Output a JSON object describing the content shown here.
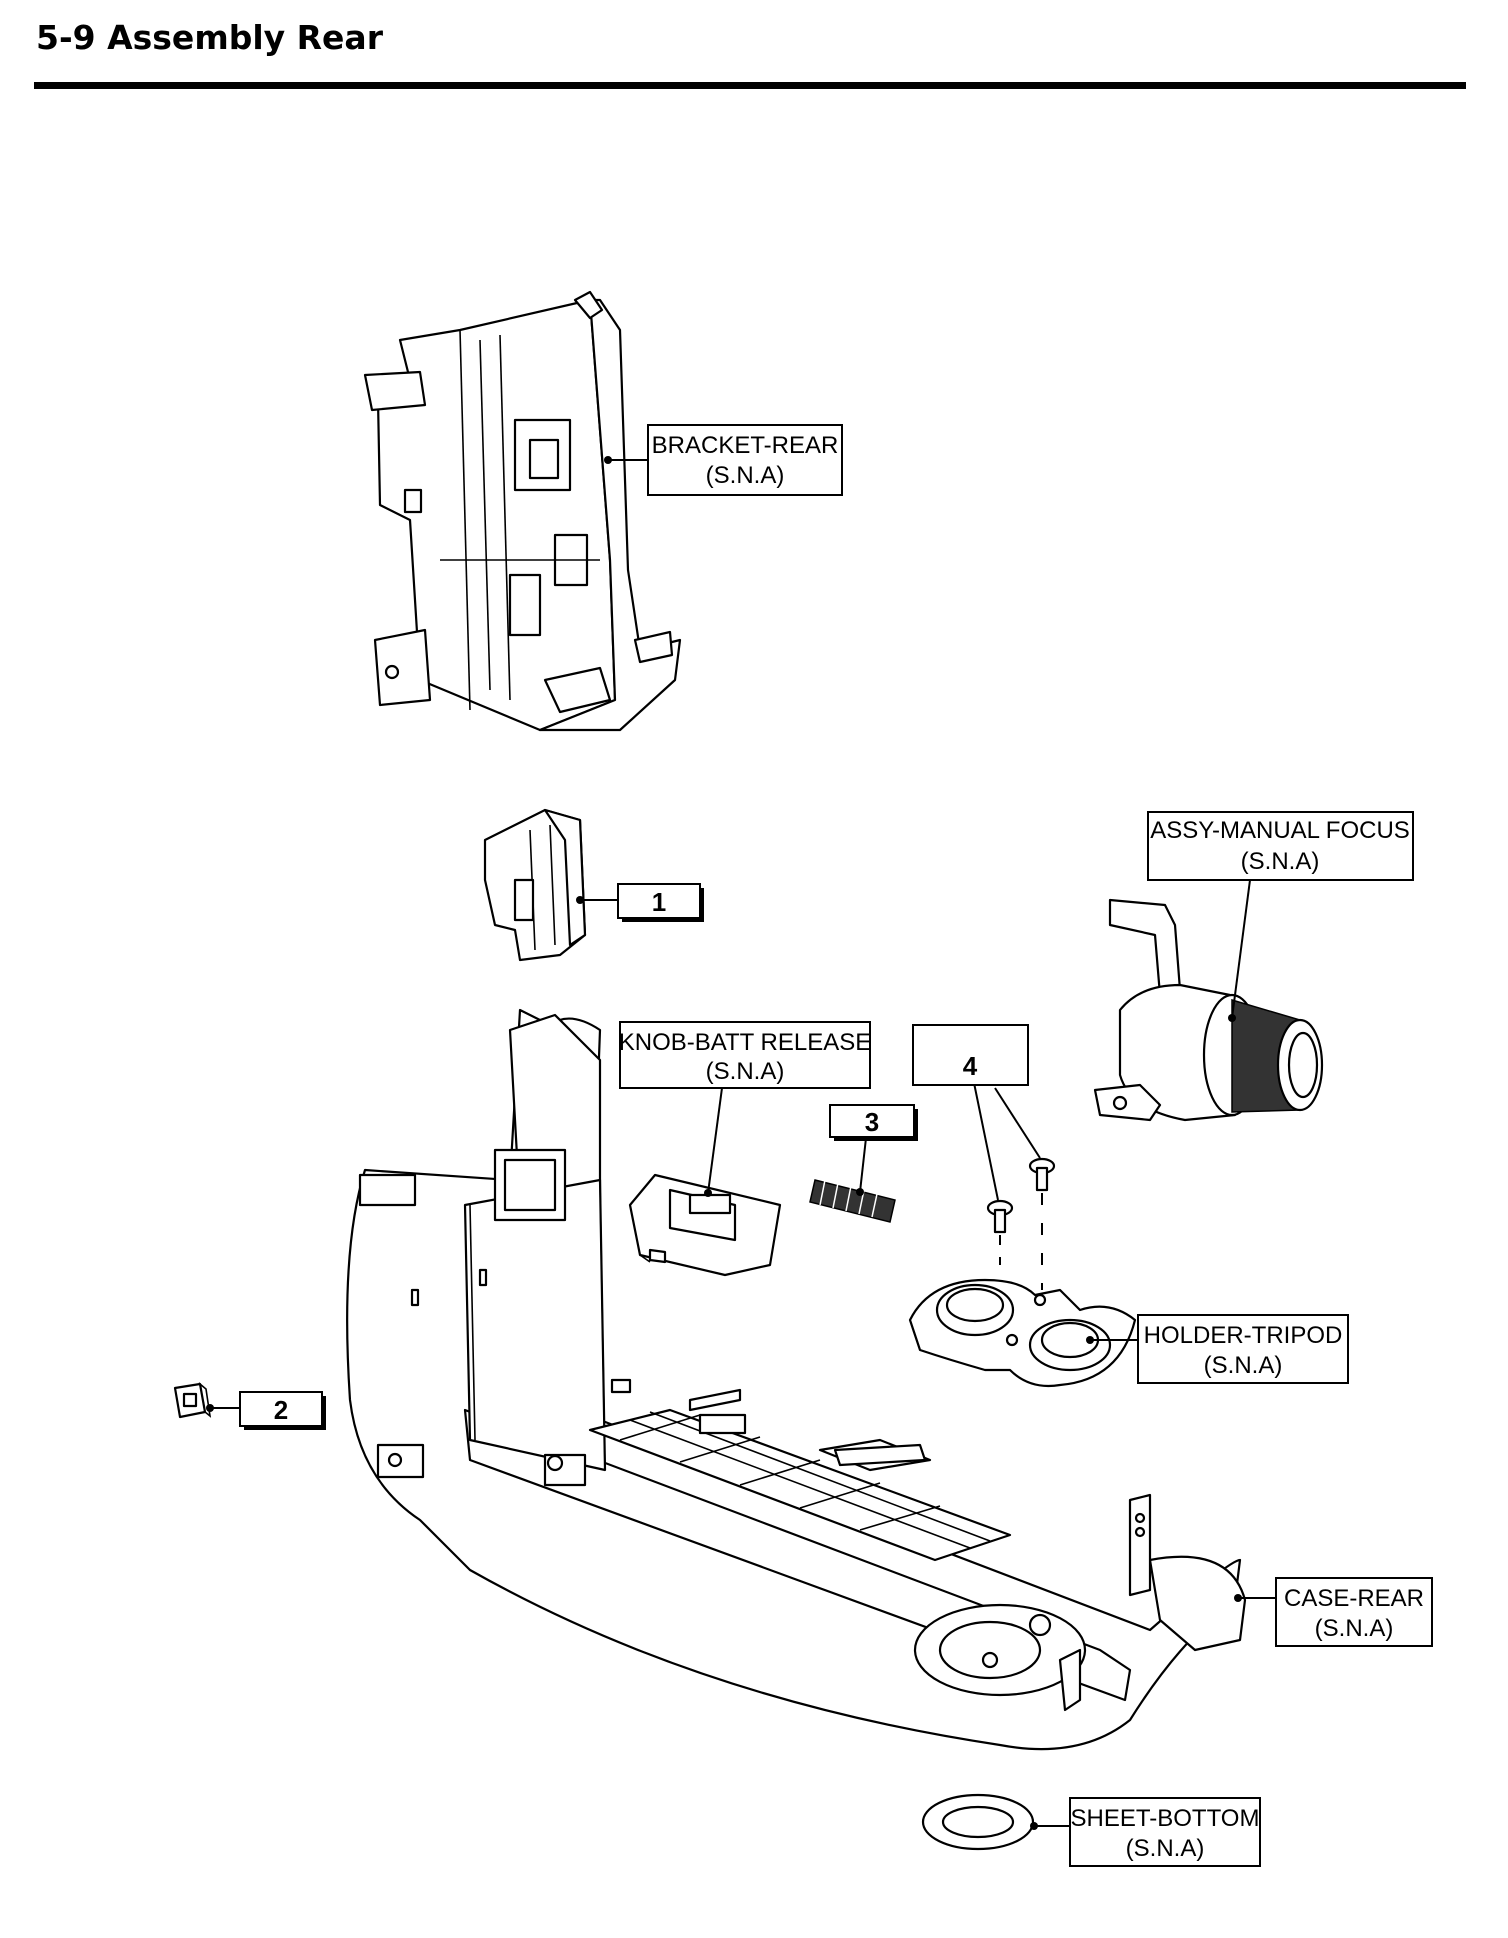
{
  "page": {
    "title": "5-9 Assembly Rear"
  },
  "labels": {
    "bracket_rear": {
      "name": "BRACKET-REAR",
      "note": "(S.N.A)"
    },
    "assy_manual_focus": {
      "name": "ASSY-MANUAL FOCUS",
      "note": "(S.N.A)"
    },
    "knob_batt_release": {
      "name": "KNOB-BATT RELEASE",
      "note": "(S.N.A)"
    },
    "holder_tripod": {
      "name": "HOLDER-TRIPOD",
      "note": "(S.N.A)"
    },
    "case_rear": {
      "name": "CASE-REAR",
      "note": "(S.N.A)"
    },
    "sheet_bottom": {
      "name": "SHEET-BOTTOM",
      "note": "(S.N.A)"
    }
  },
  "callouts": {
    "c1": "1",
    "c2": "2",
    "c3": "3",
    "c4": "4"
  }
}
